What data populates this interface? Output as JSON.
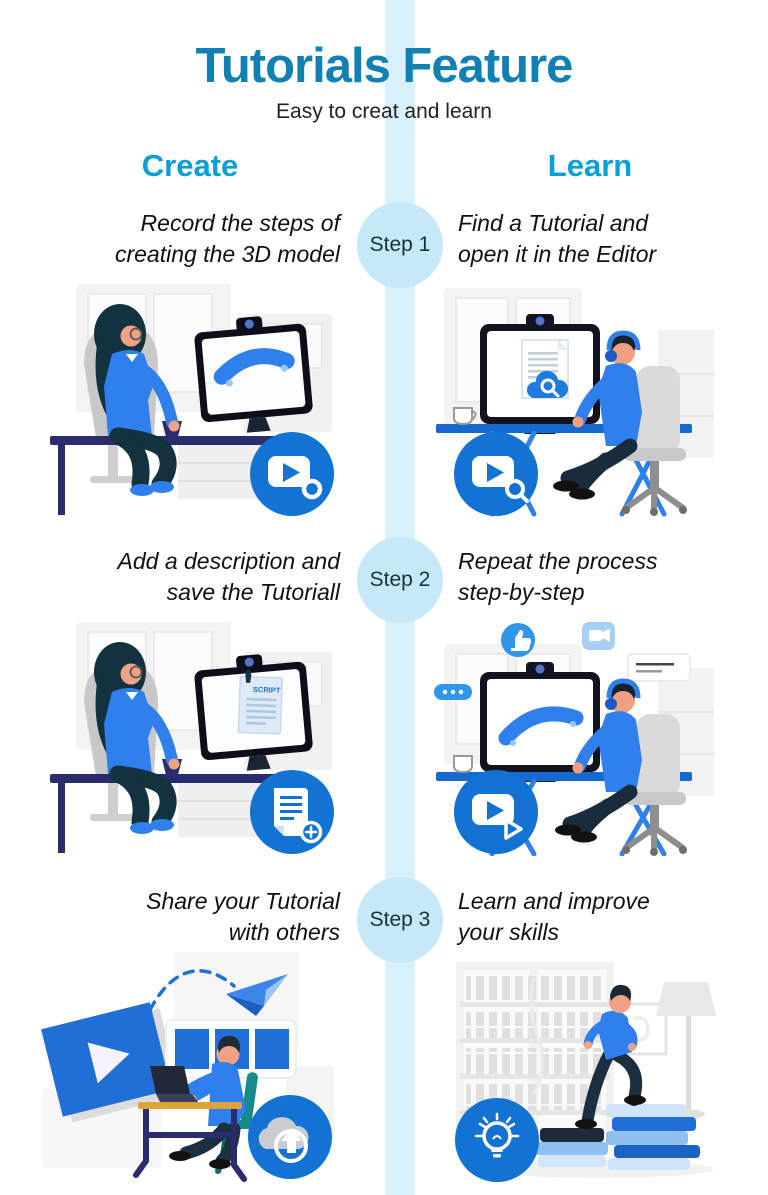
{
  "header": {
    "title": "Tutorials Feature",
    "subtitle": "Easy to creat and learn",
    "create_label": "Create",
    "learn_label": "Learn"
  },
  "steps": [
    {
      "badge": "Step 1",
      "create": {
        "lines": [
          "Record the steps of",
          "creating the 3D model"
        ]
      },
      "learn": {
        "lines": [
          "Find a Tutorial and",
          "open it in the Editor"
        ]
      }
    },
    {
      "badge": "Step 2",
      "create": {
        "lines": [
          "Add a description and",
          "save the Tutoriall"
        ]
      },
      "learn": {
        "lines": [
          "Repeat the process",
          "step-by-step"
        ]
      }
    },
    {
      "badge": "Step 3",
      "create": {
        "lines": [
          "Share your Tutorial",
          "with others"
        ]
      },
      "learn": {
        "lines": [
          "Learn and improve",
          "your skills"
        ]
      }
    }
  ],
  "illustrations": {
    "script_label": "SCRIPT",
    "scene_names": [
      "woman-recording-3d-model",
      "man-finding-tutorial",
      "woman-writing-script",
      "man-repeating-process",
      "man-sharing-video",
      "man-climbing-books"
    ]
  },
  "icons": {
    "badge_icons": [
      "record-video",
      "search-tutorial",
      "add-script",
      "play-tutorial",
      "cloud-upload",
      "idea-lightbulb"
    ]
  },
  "colors": {
    "title": "#1180b2",
    "column_header": "#069fd8",
    "timeline_band": "#d9f1fb",
    "step_circle": "#c7e9f7",
    "illustration_blue": "#2f80ed",
    "badge_blue": "#1373d2",
    "desk_navy": "#2b2c6e",
    "learn_desk_blue": "#1768cf"
  }
}
